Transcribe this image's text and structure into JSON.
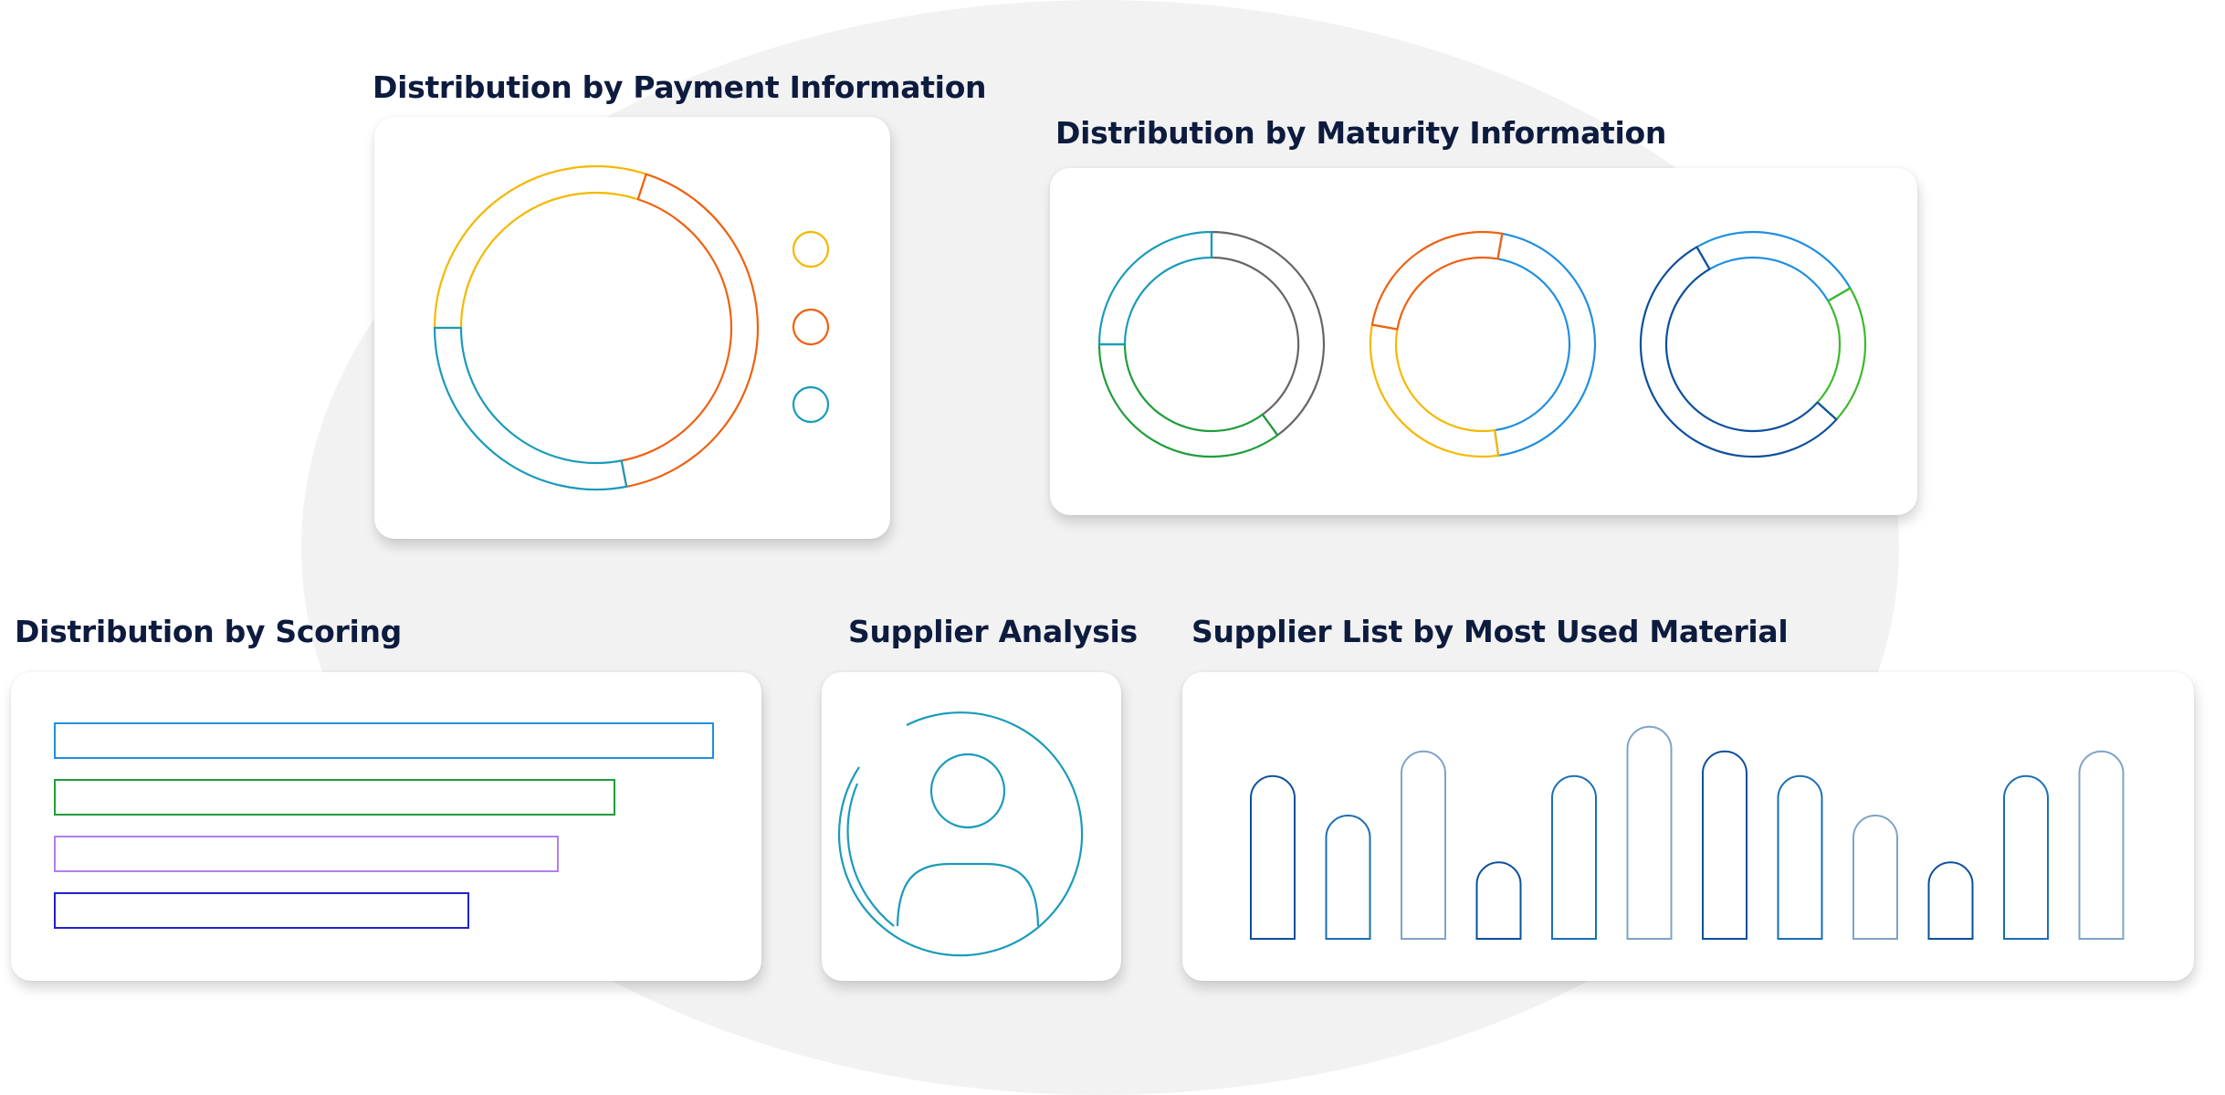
{
  "titles": {
    "payment": "Distribution by Payment Information",
    "maturity": "Distribution by Maturity Information",
    "scoring": "Distribution by Scoring",
    "supplier_analysis": "Supplier Analysis",
    "supplier_list": "Supplier List by Most Used Material"
  },
  "icons": {
    "supplier_analysis": "user-avatar-icon"
  },
  "colors": {
    "text": "#0d1b3e",
    "yellow": "#f5b800",
    "teal": "#1a9bbb",
    "orange": "#f06010",
    "gray": "#666666",
    "green": "#1f9d3a",
    "blue": "#1f8fe0",
    "navy": "#0d4f9c",
    "lightgreen": "#3bba2c",
    "purple": "#b07ff0",
    "indigo": "#2020cc"
  },
  "chart_data": [
    {
      "type": "pie",
      "title": "",
      "legend": "right",
      "slices": [
        {
          "value": 30,
          "color": "#f5b800"
        },
        {
          "value": 42,
          "color": "#f06010"
        },
        {
          "value": 28,
          "color": "#1a9bbb"
        }
      ]
    },
    {
      "type": "pie",
      "title": "",
      "slices": [
        {
          "value": 40,
          "color": "#666666"
        },
        {
          "value": 35,
          "color": "#1f9d3a"
        },
        {
          "value": 25,
          "color": "#1a9bbb"
        }
      ]
    },
    {
      "type": "pie",
      "title": "",
      "slices": [
        {
          "value": 45,
          "color": "#1f8fe0"
        },
        {
          "value": 30,
          "color": "#f5b800"
        },
        {
          "value": 25,
          "color": "#f06010"
        }
      ]
    },
    {
      "type": "pie",
      "title": "",
      "slices": [
        {
          "value": 25,
          "color": "#1f8fe0"
        },
        {
          "value": 20,
          "color": "#3bba2c"
        },
        {
          "value": 55,
          "color": "#0d4f9c"
        }
      ]
    },
    {
      "type": "bar",
      "orientation": "horizontal",
      "title": "",
      "values": [
        100,
        85,
        76.5,
        63
      ],
      "colors": [
        "#1f8fe0",
        "#1f9d3a",
        "#b07ff0",
        "#2020cc"
      ]
    },
    {
      "type": "bar",
      "title": "",
      "values": [
        66,
        50,
        76,
        31,
        66,
        86,
        76,
        66,
        50,
        31,
        66,
        76
      ],
      "ylim": [
        0,
        100
      ],
      "colors": [
        "#0d4f9c",
        "#1a6fb5",
        "#7ea3c7",
        "#0d4f9c",
        "#1a6fb5",
        "#7ea3c7",
        "#0d4f9c",
        "#1a6fb5",
        "#7ea3c7",
        "#0d4f9c",
        "#1a6fb5",
        "#7ea3c7"
      ]
    }
  ]
}
